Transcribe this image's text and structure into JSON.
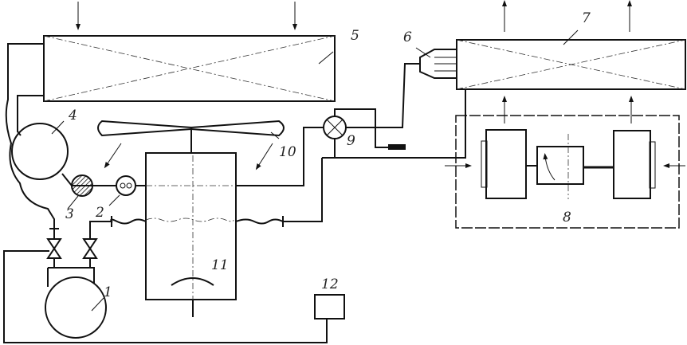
{
  "labels": {
    "compressor": "1",
    "sight_glass": "2",
    "filter_drier": "3",
    "receiver": "4",
    "condenser": "5",
    "distributor": "6",
    "evaporator": "7",
    "drive_unit": "8",
    "expansion_valve": "9",
    "fan": "10",
    "engine": "11",
    "control_box": "12"
  },
  "colors": {
    "line": "#111111",
    "background": "#ffffff"
  }
}
